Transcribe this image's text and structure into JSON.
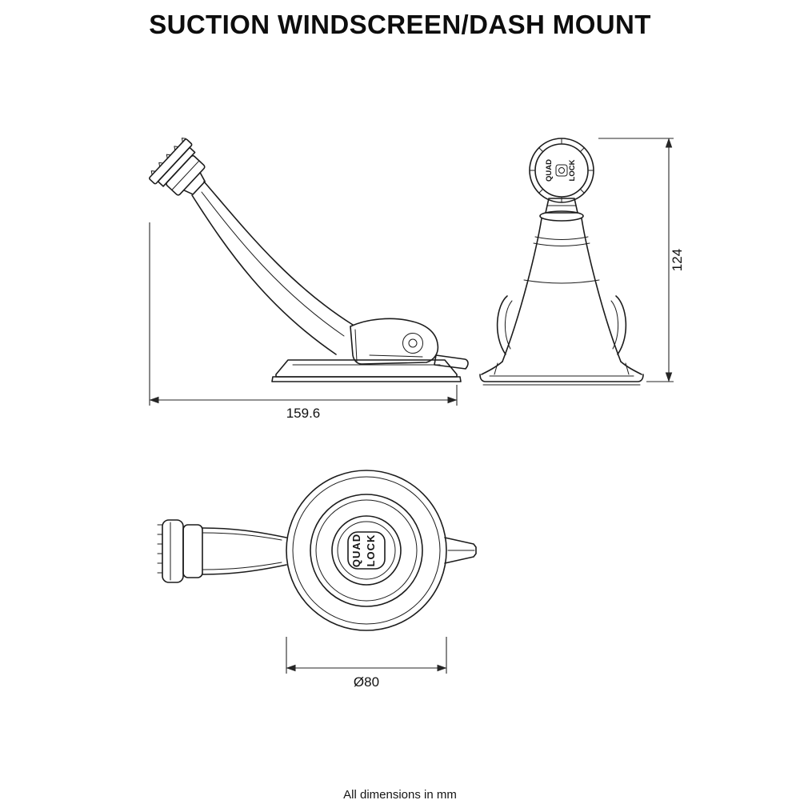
{
  "title": "SUCTION WINDSCREEN/DASH MOUNT",
  "footer": "All dimensions in mm",
  "views": {
    "side": {
      "dimension_width": "159.6"
    },
    "front": {
      "dimension_height": "124",
      "brand_top": "QUAD",
      "brand_bottom": "LOCK"
    },
    "top": {
      "dimension_diameter": "Ø80",
      "brand_top": "QUAD",
      "brand_bottom": "LOCK"
    }
  }
}
